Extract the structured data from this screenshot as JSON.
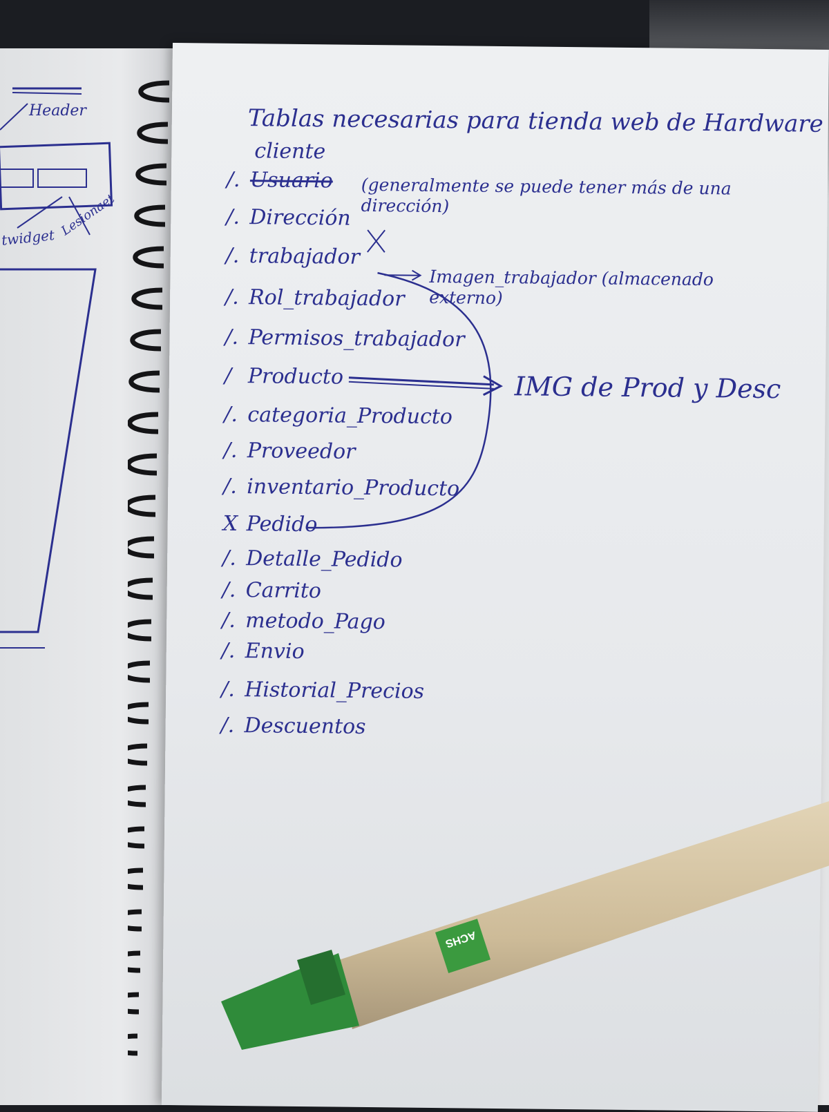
{
  "left_page": {
    "scribble_top": "Header",
    "scribble_mid": "twidget",
    "scribble_side": "Lesionaet"
  },
  "notes": {
    "title": "Tablas necesarias para tienda web de Hardware",
    "correction_above": "cliente",
    "items": [
      {
        "check": "/.",
        "label": "Usuario",
        "struck": true
      },
      {
        "check": "/.",
        "label": "Dirección"
      },
      {
        "check": "/.",
        "label": "trabajador"
      },
      {
        "check": "/.",
        "label": "Rol_trabajador"
      },
      {
        "check": "/.",
        "label": "Permisos_trabajador"
      },
      {
        "check": "/",
        "label": "Producto"
      },
      {
        "check": "/.",
        "label": "categoria_Producto"
      },
      {
        "check": "/.",
        "label": "Proveedor"
      },
      {
        "check": "/.",
        "label": "inventario_Producto"
      },
      {
        "check": "X",
        "label": "Pedido"
      },
      {
        "check": "/.",
        "label": "Detalle_Pedido"
      },
      {
        "check": "/.",
        "label": "Carrito"
      },
      {
        "check": "/.",
        "label": "metodo_Pago"
      },
      {
        "check": "/.",
        "label": "Envio"
      },
      {
        "check": "/.",
        "label": "Historial_Precios"
      },
      {
        "check": "/.",
        "label": "Descuentos"
      }
    ],
    "usuario_note": "(generalmente se puede tener más de una dirección)",
    "trabajador_note": "Imagen_trabajador (almacenado externo)",
    "producto_note": "IMG de Prod y Desc"
  },
  "pen": {
    "brand": "ACHS",
    "colors": {
      "body": "#d8c8a8",
      "cap": "#2f8b3a",
      "logo": "#3b9a3f"
    }
  },
  "colors": {
    "ink": "#2b2f8f",
    "paper": "#eceef1"
  }
}
